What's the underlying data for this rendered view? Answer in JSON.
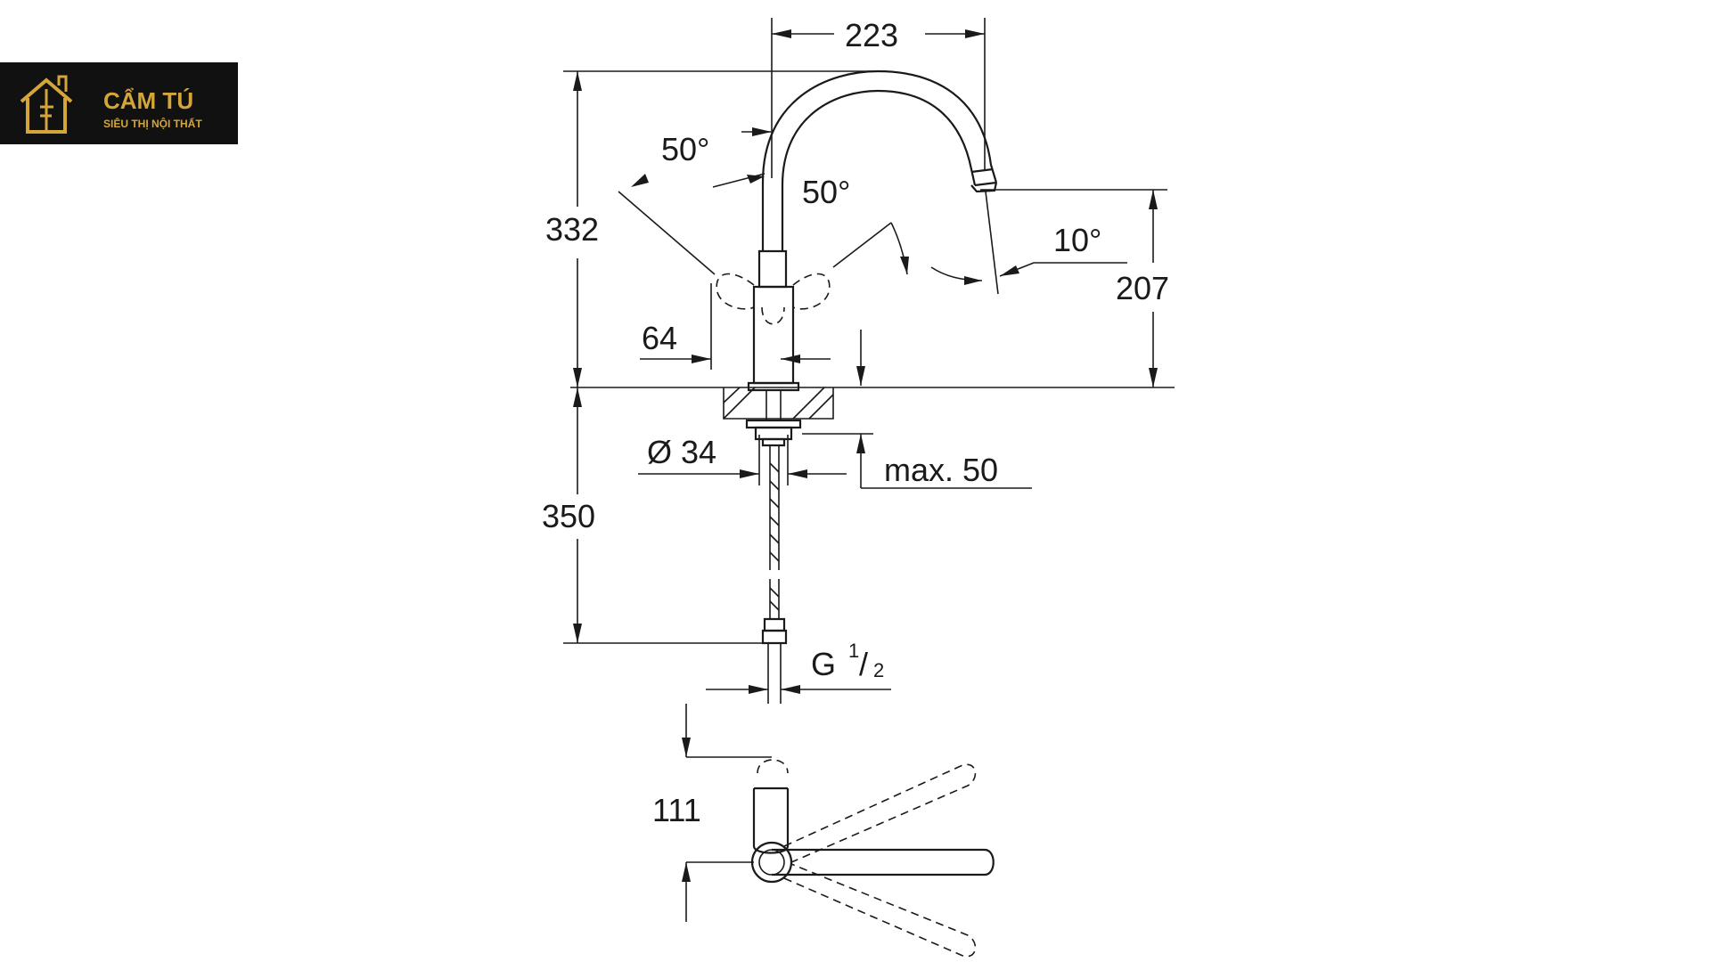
{
  "logo": {
    "brand": "CẨM TÚ",
    "tagline": "SIÊU THỊ NỘI THẤT",
    "colors": {
      "background": "#111111",
      "gold": "#d4a63a"
    }
  },
  "dimensions": {
    "spout_reach": "223",
    "total_height": "332",
    "lever_angle_left": "50°",
    "lever_angle_right": "50°",
    "spout_angle": "10°",
    "spout_height": "207",
    "lever_offset": "64",
    "hole_diameter": "Ø 34",
    "max_thickness": "max. 50",
    "hose_length": "350",
    "connection": "G",
    "connection_num": "1",
    "connection_den": "2",
    "top_view_depth": "111"
  }
}
